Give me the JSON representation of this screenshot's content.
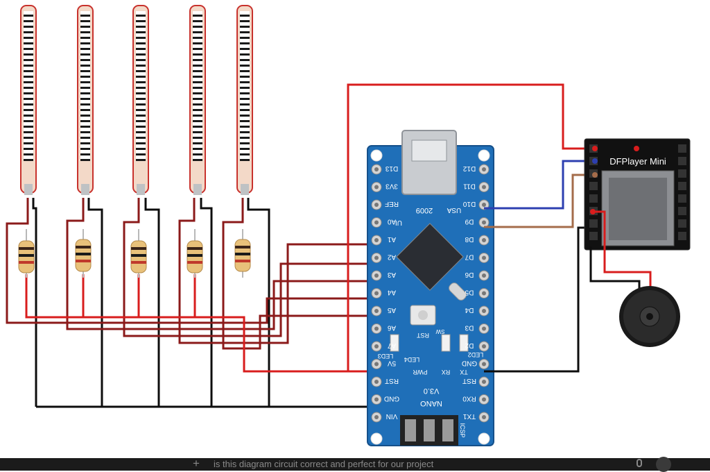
{
  "nano": {
    "left_pins": [
      "D13",
      "3V3",
      "REF",
      "A0",
      "A1",
      "A2",
      "A3",
      "A4",
      "A5",
      "A6",
      "A7",
      "5V",
      "RST",
      "GND",
      "VIN"
    ],
    "right_pins": [
      "D12",
      "D11",
      "D10",
      "D9",
      "D8",
      "D7",
      "D6",
      "D5",
      "D4",
      "D3",
      "D2",
      "GND",
      "RST",
      "RX0",
      "TX1"
    ],
    "usb": "USA",
    "year": "2009",
    "ui": "UI",
    "board_name": "NANO",
    "version": "V3.0",
    "reset_label": "RST",
    "sw_label": "SW",
    "led_labels": [
      "LED4",
      "PWR",
      "RX",
      "TX"
    ],
    "icsp": "ICSP",
    "led_top": "LED3",
    "led_top2": "LED2"
  },
  "dfplayer": {
    "title": "DFPlayer Mini"
  },
  "colors": {
    "wire_red": "#d81d1d",
    "wire_dark": "#8b1a1a",
    "wire_black": "#0d0d0d",
    "wire_blue": "#2d3fb0",
    "wire_brown": "#a46c4a",
    "board_blue": "#1f6fb8"
  },
  "bottom_bar": {
    "prompt": "is this diagram circuit correct and perfect for our project",
    "plus_icon": "+"
  }
}
